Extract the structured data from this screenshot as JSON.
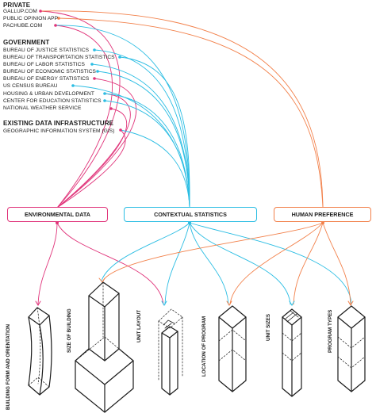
{
  "colors": {
    "pink": "#e0347a",
    "cyan": "#2bbde3",
    "orange": "#f2804a",
    "black": "#1a1a1a"
  },
  "groups": {
    "private": {
      "heading": "PRIVATE",
      "items": [
        "GALLUP.COM",
        "PUBLIC OPINION APP",
        "PACHUBE.COM"
      ]
    },
    "government": {
      "heading": "GOVERNMENT",
      "items": [
        "BUREAU OF JUSTICE STATISTICS",
        "BUREAU OF TRANSPORTATION STATISTICS",
        "BUREAU OF LABOR STATISTICS",
        "BUREAU OF ECONOMIC STATISTICS",
        "BUREAU OF ENERGY STATISTICS",
        "US CENSUS BUREAU",
        "HOUSING & URBAN DEVELOPMENT",
        "CENTER FOR EDUCATION STATISTICS",
        "NATIONAL WEATHER SERVICE"
      ]
    },
    "infrastructure": {
      "heading": "EXISTING DATA INFRASTRUCTURE",
      "items": [
        "GEOGRAPHIC INFORMATION SYSTEM (GIS)"
      ]
    }
  },
  "categories": [
    "ENVIRONMENTAL DATA",
    "CONTEXTUAL STATISTICS",
    "HUMAN PREFERENCE"
  ],
  "outputs": [
    "BUILDING FORM AND ORIENTATION",
    "SIZE OF BUILDING",
    "UNIT LAYOUT",
    "LOCATION OF PROGRAM",
    "UNIT SIZES",
    "PROGRAM TYPES"
  ]
}
